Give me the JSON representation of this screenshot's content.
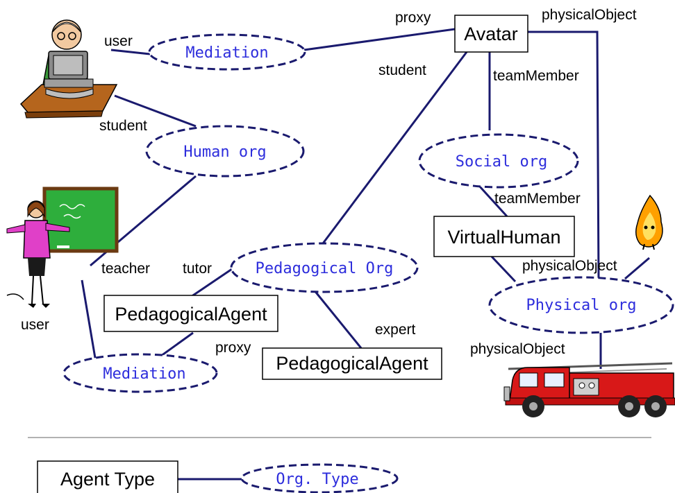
{
  "colors": {
    "link": "#1a1a6e",
    "org_text": "#2d2ddc",
    "box_border": "#000000",
    "divider": "#999999"
  },
  "organizations": {
    "mediation_top": "Mediation",
    "human_org": "Human org",
    "social_org": "Social org",
    "pedagogical_org": "Pedagogical Org",
    "physical_org": "Physical org",
    "mediation_bottom": "Mediation"
  },
  "agents": {
    "avatar": "Avatar",
    "virtual_human": "VirtualHuman",
    "pedagogical_agent_tutor": "PedagogicalAgent",
    "pedagogical_agent_expert": "PedagogicalAgent"
  },
  "roles": {
    "user_top": "user",
    "proxy_top": "proxy",
    "physical_object_top": "physicalObject",
    "student_avatar": "student",
    "team_member_avatar": "teamMember",
    "student_user": "student",
    "team_member_vh": "teamMember",
    "teacher": "teacher",
    "tutor": "tutor",
    "physical_object_mid": "physicalObject",
    "user_left": "user",
    "expert": "expert",
    "proxy_bottom": "proxy",
    "physical_object_bottom": "physicalObject"
  },
  "legend": {
    "agent_type": "Agent Type",
    "org_type": "Org. Type"
  },
  "icons": [
    "computer-user-clipart",
    "teacher-clipart",
    "fire-clipart",
    "fire-truck-clipart"
  ]
}
